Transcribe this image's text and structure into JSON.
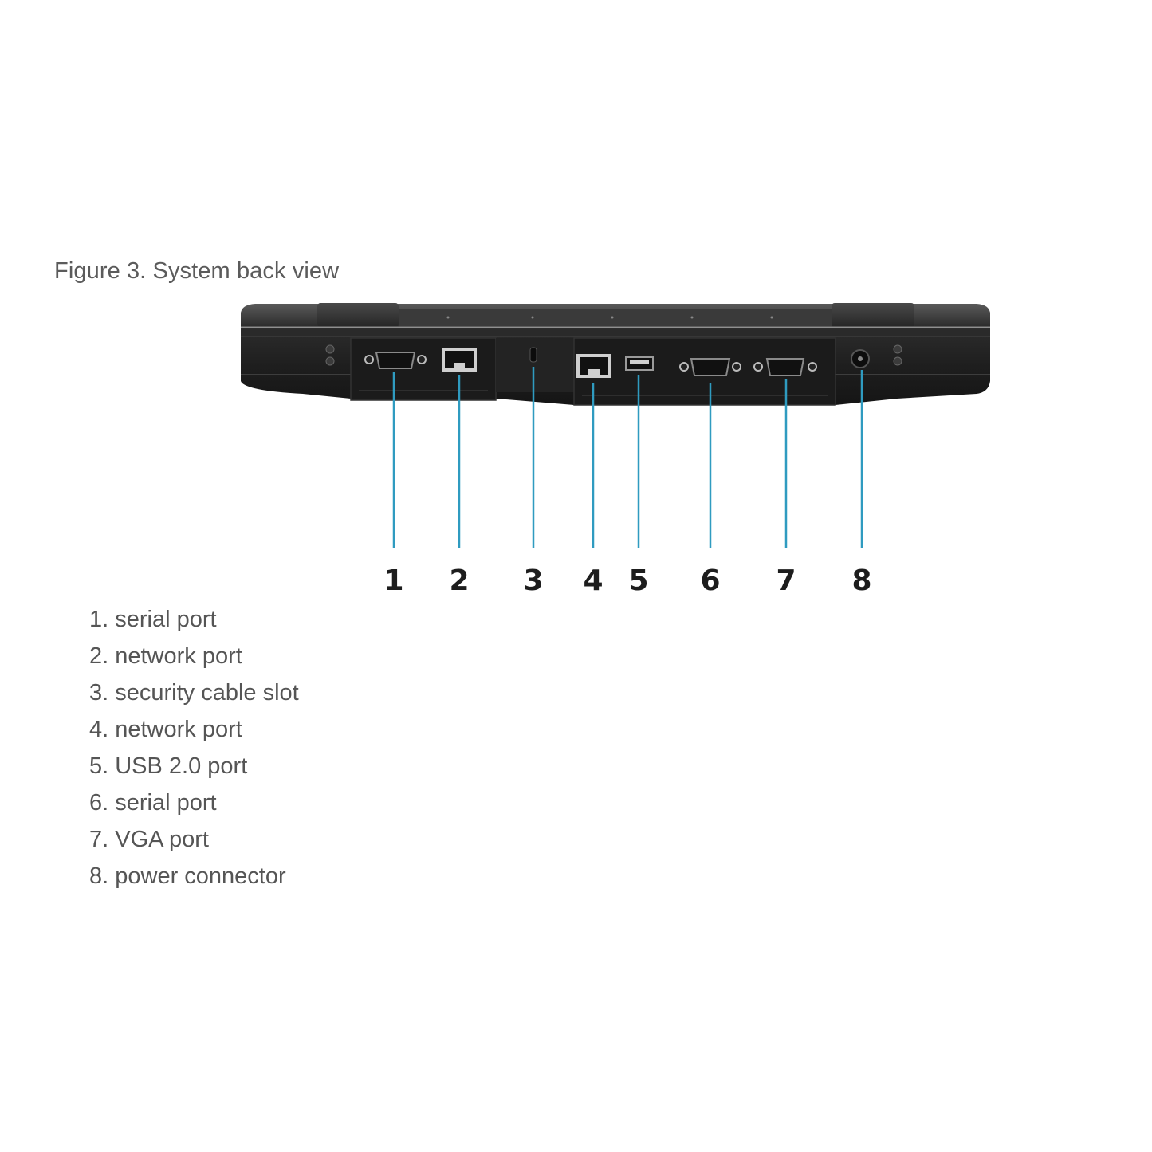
{
  "caption": "Figure 3. System back view",
  "callout_color": "#2f9bc0",
  "callouts": [
    {
      "number": "1",
      "label": "serial port",
      "icon": "db9-serial-port-icon"
    },
    {
      "number": "2",
      "label": "network port",
      "icon": "rj45-port-icon"
    },
    {
      "number": "3",
      "label": "security cable slot",
      "icon": "lock-slot-icon"
    },
    {
      "number": "4",
      "label": "network port",
      "icon": "rj45-port-icon"
    },
    {
      "number": "5",
      "label": "USB 2.0 port",
      "icon": "usb-port-icon"
    },
    {
      "number": "6",
      "label": "serial port",
      "icon": "db9-serial-port-icon"
    },
    {
      "number": "7",
      "label": "VGA port",
      "icon": "vga-port-icon"
    },
    {
      "number": "8",
      "label": "power connector",
      "icon": "power-jack-icon"
    }
  ],
  "legend": [
    "1. serial port",
    "2. network port",
    "3. security cable slot",
    "4. network port",
    "5. USB 2.0 port",
    "6. serial port",
    "7. VGA port",
    "8. power connector"
  ]
}
